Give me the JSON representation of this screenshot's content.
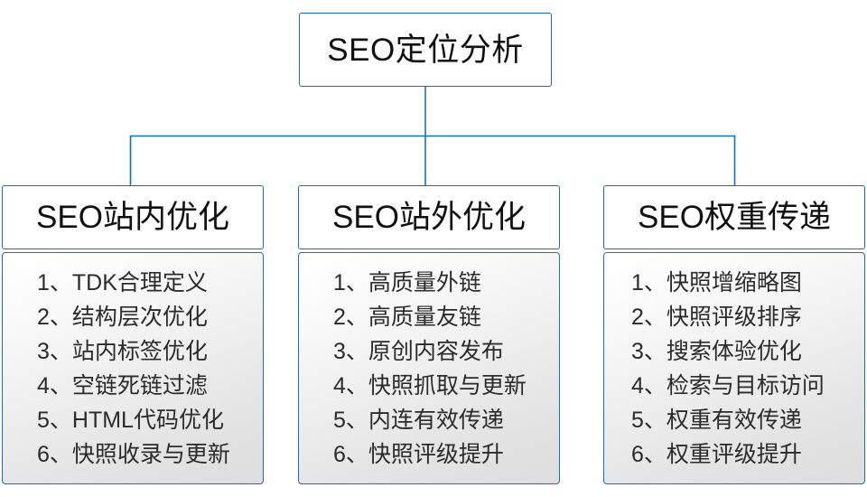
{
  "diagram": {
    "type": "org-chart",
    "title": "SEO定位分析",
    "accent_color": "#1270bf",
    "text_color": "#2b2b2b",
    "background_color": "#ffffff",
    "root": {
      "label": "SEO定位分析"
    },
    "branches": [
      {
        "header": "SEO站内优化",
        "items": [
          "1、TDK合理定义",
          "2、结构层次优化",
          "3、站内标签优化",
          "4、空链死链过滤",
          "5、HTML代码优化",
          "6、快照收录与更新"
        ]
      },
      {
        "header": "SEO站外优化",
        "items": [
          "1、高质量外链",
          "2、高质量友链",
          "3、原创内容发布",
          "4、快照抓取与更新",
          "5、内连有效传递",
          "6、快照评级提升"
        ]
      },
      {
        "header": "SEO权重传递",
        "items": [
          "1、快照增缩略图",
          "2、快照评级排序",
          "3、搜索体验优化",
          "4、检索与目标访问",
          "5、权重有效传递",
          "6、权重评级提升"
        ]
      }
    ]
  }
}
